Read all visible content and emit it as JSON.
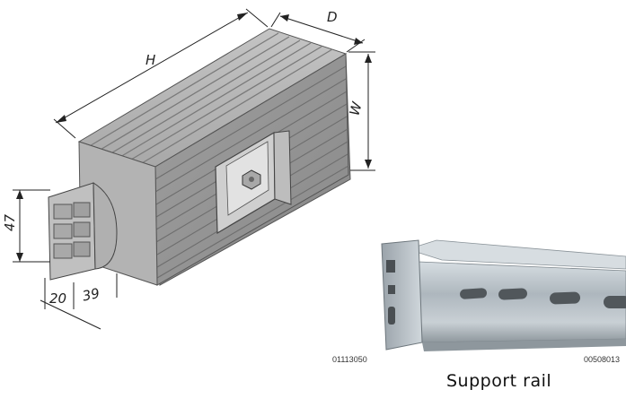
{
  "heater": {
    "dims": {
      "H": "H",
      "D": "D",
      "W": "W",
      "h47": "47",
      "w20": "20",
      "w39": "39"
    },
    "code": "01113050",
    "body_color": "#9a9a9a"
  },
  "rail": {
    "code": "00508013",
    "caption": "Support rail",
    "metal_color": "#b8c0c6"
  }
}
